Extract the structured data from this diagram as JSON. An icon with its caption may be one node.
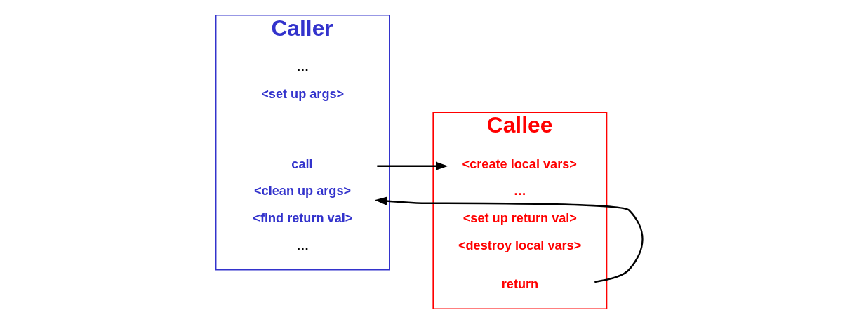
{
  "diagram": {
    "nodes": [
      {
        "text": [
          "Caller"
        ]
      },
      {
        "text": [
          "…"
        ],
        "in": 0
      },
      {
        "text": [
          "<set up args>"
        ],
        "in": 0
      },
      {
        "text": [
          "call"
        ],
        "in": 0
      },
      {
        "text": [
          "<clean up args>"
        ],
        "in": 0
      },
      {
        "text": [
          "<find return val>"
        ],
        "in": 0
      },
      {
        "text": [
          "…"
        ],
        "in": 0
      },
      {
        "text": [
          "Callee"
        ]
      },
      {
        "text": [
          "<create local vars>"
        ],
        "in": 7
      },
      {
        "text": [
          "…"
        ],
        "in": 7
      },
      {
        "text": [
          "<set up return val>"
        ],
        "in": 7
      },
      {
        "text": [
          "<destroy local vars>"
        ],
        "in": 7
      },
      {
        "text": [
          "return"
        ],
        "in": 7
      }
    ],
    "edges": [
      {
        "from": 3,
        "to": 8,
        "arrow": "to"
      },
      {
        "from": 12,
        "to": 4,
        "arrow": "to"
      }
    ]
  }
}
